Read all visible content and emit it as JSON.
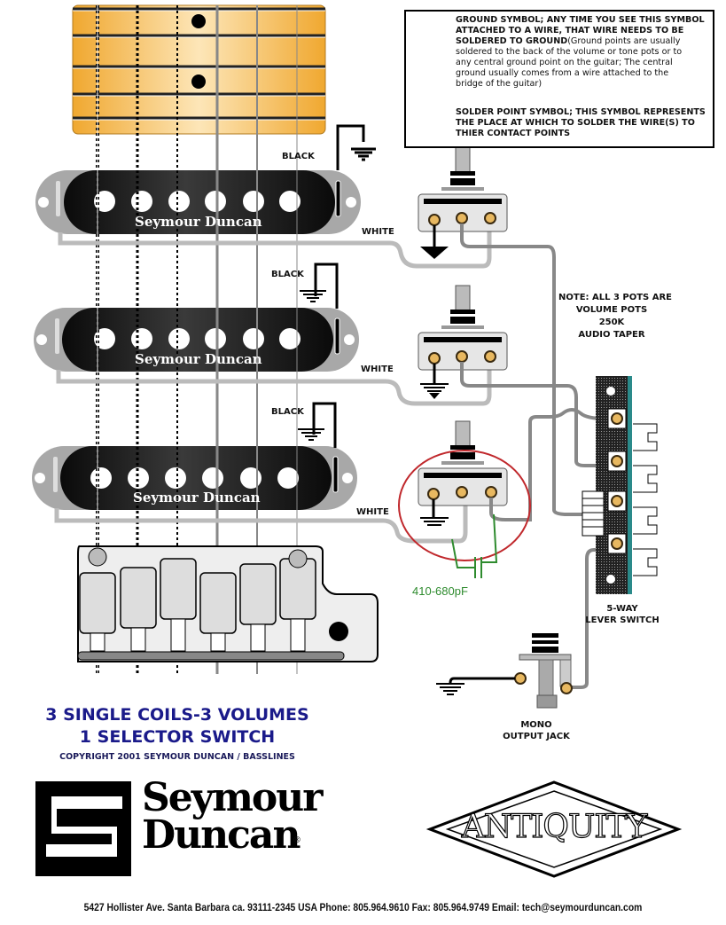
{
  "legend": {
    "ground_title": "GROUND SYMBOL; ANY TIME YOU SEE THIS SYMBOL ATTACHED TO A WIRE, THAT WIRE NEEDS TO BE SOLDERED TO GROUND",
    "ground_line1": "GROUND SYMBOL; ANY TIME YOU SEE THIS SYMBOL",
    "ground_line2": "ATTACHED TO A WIRE, THAT WIRE NEEDS TO BE",
    "ground_line3_bold": "SOLDERED TO GROUND",
    "ground_line3_rest": "(Ground points are usually",
    "ground_line4": "soldered to the back of the volume or tone pots or to",
    "ground_line5": "any central ground point on the guitar; The central",
    "ground_line6": "ground usually comes from a wire attached to the",
    "ground_line7": "bridge of the guitar)",
    "solder_line1": "SOLDER POINT SYMBOL; THIS SYMBOL REPRESENTS",
    "solder_line2": "THE PLACE AT WHICH TO SOLDER THE WIRE(S) TO",
    "solder_line3": "THIER CONTACT POINTS",
    "ground_icon": "ground-symbol-icon",
    "solder_icon": "solder-point-icon"
  },
  "pickups": [
    {
      "brand": "Seymour Duncan",
      "black_label": "BLACK",
      "white_label": "WHITE"
    },
    {
      "brand": "Seymour Duncan",
      "black_label": "BLACK",
      "white_label": "WHITE"
    },
    {
      "brand": "Seymour Duncan",
      "black_label": "BLACK",
      "white_label": "WHITE"
    }
  ],
  "pots_note": {
    "line1": "NOTE: ALL 3 POTS ARE",
    "line2": "VOLUME POTS",
    "line3": "250K",
    "line4": "AUDIO TAPER"
  },
  "capacitor": {
    "label": "410-680pF",
    "color": "#2e8b2e",
    "highlight_color": "#c0282c"
  },
  "switch": {
    "line1": "5-WAY",
    "line2": "LEVER SWITCH",
    "accent": "#2a8a8a"
  },
  "jack": {
    "line1": "MONO",
    "line2": "OUTPUT JACK"
  },
  "title": {
    "line1": "3 SINGLE COILS-3 VOLUMES",
    "line2": "1 SELECTOR SWITCH",
    "copyright": "COPYRIGHT 2001 SEYMOUR DUNCAN / BASSLINES",
    "color": "#1a1a8a"
  },
  "logos": {
    "seymour": "Seymour",
    "duncan": "Duncan",
    "registered": "®",
    "antiquity": "ANTIQUITY"
  },
  "footer": "5427 Hollister Ave. Santa Barbara ca. 93111-2345 USA  Phone: 805.964.9610  Fax: 805.964.9749   Email: tech@seymourduncan.com"
}
